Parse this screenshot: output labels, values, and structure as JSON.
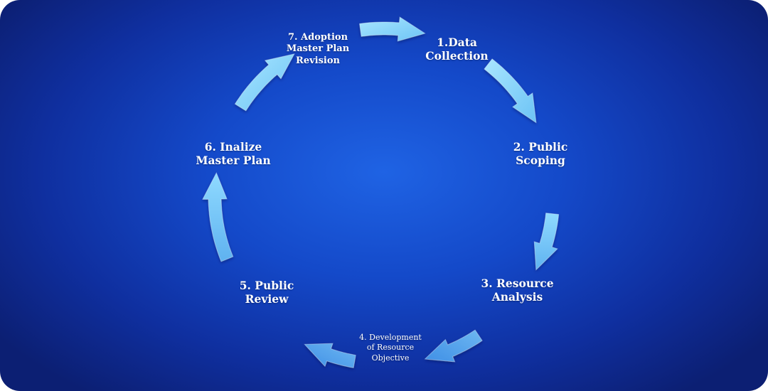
{
  "diagram": {
    "steps": [
      {
        "id": "step-1",
        "label": "1.Data\nCollection"
      },
      {
        "id": "step-2",
        "label": "2. Public\nScoping"
      },
      {
        "id": "step-3",
        "label": "3. Resource\nAnalysis"
      },
      {
        "id": "step-4",
        "label": "4. Development\nof Resource\nObjective"
      },
      {
        "id": "step-5",
        "label": "5. Public\nReview"
      },
      {
        "id": "step-6",
        "label": "6. Inalize\nMaster Plan"
      },
      {
        "id": "step-7",
        "label": "7. Adoption\nMaster Plan\nRevision"
      }
    ],
    "colors": {
      "background_center": "#1f63e4",
      "background_edge": "#0c1f73",
      "arrow_light": "#9fe3ff",
      "arrow_mid": "#6cc3f5",
      "arrow_dark": "#3f8fe6",
      "text": "#ffffff"
    }
  }
}
